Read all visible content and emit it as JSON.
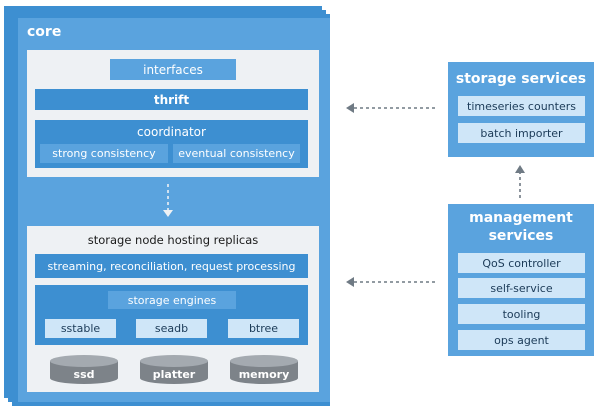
{
  "core": {
    "title": "core",
    "interfaces": "interfaces",
    "thrift": "thrift",
    "coordinator": {
      "title": "coordinator",
      "strong": "strong consistency",
      "eventual": "eventual consistency"
    },
    "storage_node": {
      "title": "storage node hosting replicas",
      "streaming": "streaming, reconciliation, request processing",
      "engines_title": "storage engines",
      "engines": [
        "sstable",
        "seadb",
        "btree"
      ],
      "media": [
        "ssd",
        "platter",
        "memory"
      ]
    }
  },
  "storage_services": {
    "title": "storage services",
    "items": [
      "timeseries counters",
      "batch importer"
    ]
  },
  "management_services": {
    "title_line1": "management",
    "title_line2": "services",
    "items": [
      "QoS controller",
      "self-service",
      "tooling",
      "ops agent"
    ]
  },
  "colors": {
    "core": "#5aa3de",
    "stack": "#3d8fd1",
    "panel": "#eef1f4",
    "pill": "#cfe6f8",
    "disk": "#7d8389",
    "arrow": "#6f7a84"
  }
}
